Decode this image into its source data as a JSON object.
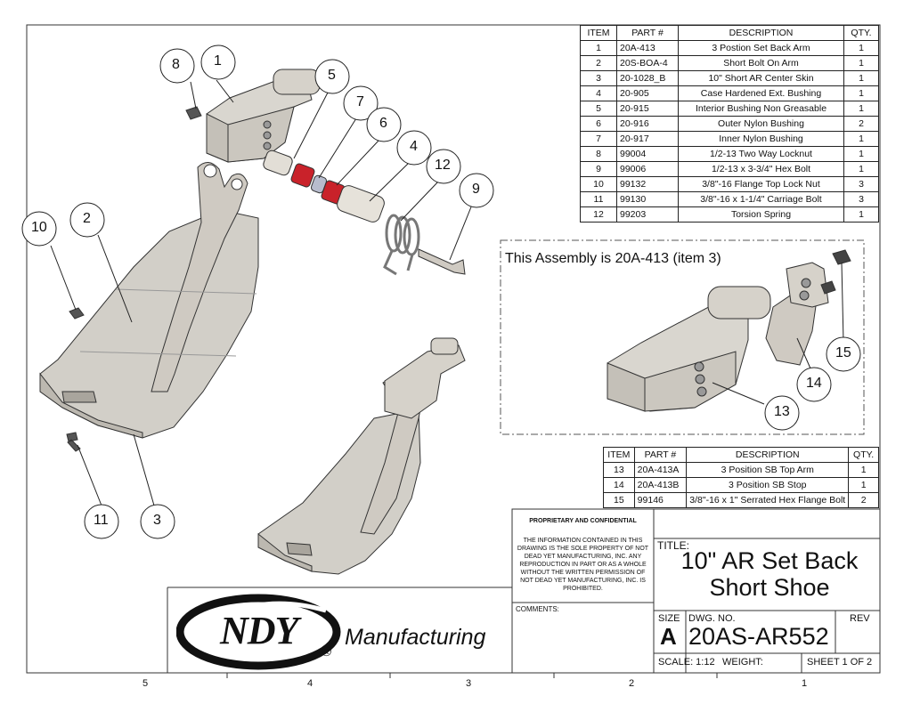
{
  "bom_main": {
    "headers": [
      "ITEM",
      "PART #",
      "DESCRIPTION",
      "QTY."
    ],
    "rows": [
      [
        "1",
        "20A-413",
        "3 Postion Set Back Arm",
        "1"
      ],
      [
        "2",
        "20S-BOA-4",
        "Short Bolt On Arm",
        "1"
      ],
      [
        "3",
        "20-1028_B",
        "10\" Short AR Center Skin",
        "1"
      ],
      [
        "4",
        "20-905",
        "Case Hardened Ext. Bushing",
        "1"
      ],
      [
        "5",
        "20-915",
        "Interior Bushing Non Greasable",
        "1"
      ],
      [
        "6",
        "20-916",
        "Outer Nylon Bushing",
        "2"
      ],
      [
        "7",
        "20-917",
        "Inner Nylon Bushing",
        "1"
      ],
      [
        "8",
        "99004",
        "1/2-13 Two Way Locknut",
        "1"
      ],
      [
        "9",
        "99006",
        "1/2-13 x 3-3/4\" Hex Bolt",
        "1"
      ],
      [
        "10",
        "99132",
        "3/8\"-16 Flange Top Lock Nut",
        "3"
      ],
      [
        "11",
        "99130",
        "3/8\"-16 x 1-1/4\" Carriage Bolt",
        "3"
      ],
      [
        "12",
        "99203",
        "Torsion Spring",
        "1"
      ]
    ]
  },
  "bom_sub": {
    "headers": [
      "ITEM",
      "PART #",
      "DESCRIPTION",
      "QTY."
    ],
    "rows": [
      [
        "13",
        "20A-413A",
        "3 Position SB Top Arm",
        "1"
      ],
      [
        "14",
        "20A-413B",
        "3 Position SB Stop",
        "1"
      ],
      [
        "15",
        "99146",
        "3/8\"-16 x 1\" Serrated Hex Flange Bolt",
        "2"
      ]
    ]
  },
  "subassembly_note": "This Assembly is 20A-413 (item 3)",
  "balloons": {
    "b1": "1",
    "b2": "2",
    "b3": "3",
    "b4": "4",
    "b5": "5",
    "b6": "6",
    "b7": "7",
    "b8": "8",
    "b9": "9",
    "b10": "10",
    "b11": "11",
    "b12": "12",
    "b13": "13",
    "b14": "14",
    "b15": "15"
  },
  "proprietary": {
    "heading": "PROPRIETARY AND CONFIDENTIAL",
    "body": "THE INFORMATION CONTAINED IN THIS DRAWING IS THE SOLE PROPERTY OF NOT DEAD YET MANUFACTURING, INC. ANY REPRODUCTION IN PART OR AS A WHOLE WITHOUT THE WRITTEN PERMISSION OF NOT DEAD YET MANUFACTURING, INC. IS PROHIBITED."
  },
  "comments_label": "COMMENTS:",
  "title_block": {
    "title_label": "TITLE:",
    "title_line1": "10\" AR Set Back",
    "title_line2": "Short Shoe",
    "size_label": "SIZE",
    "size_value": "A",
    "dwg_label": "DWG.  NO.",
    "dwg_value": "20AS-AR552",
    "rev_label": "REV",
    "scale": "SCALE: 1:12",
    "weight": "WEIGHT:",
    "sheet": "SHEET 1 OF 2"
  },
  "logo": {
    "brand": "NDY",
    "word": "Manufacturing",
    "registered": "®"
  },
  "zones": [
    "5",
    "4",
    "3",
    "2",
    "1"
  ]
}
